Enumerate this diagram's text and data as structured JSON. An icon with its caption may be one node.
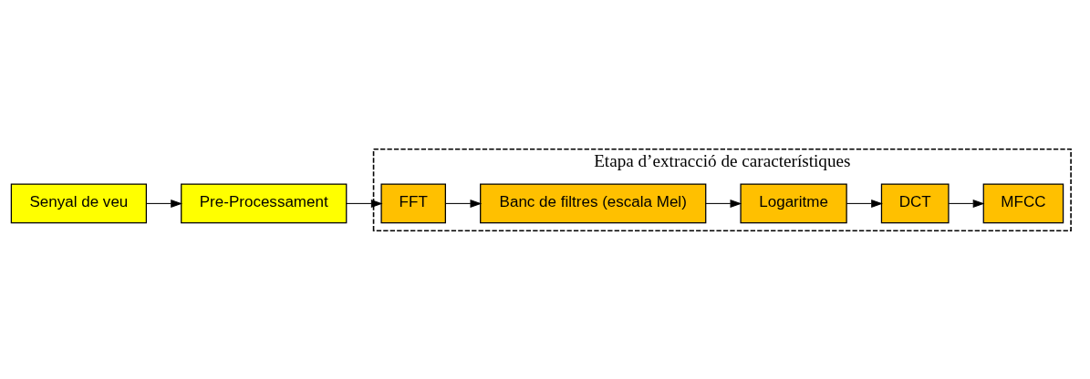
{
  "diagram": {
    "nodes": [
      {
        "text": [
          "Senyal de veu"
        ]
      },
      {
        "text": [
          "Pre-Processament"
        ]
      },
      {
        "text": [
          "Etapa d’extracció de característiques"
        ]
      },
      {
        "text": [
          "FFT"
        ],
        "in": 2
      },
      {
        "text": [
          "Banc de filtres (escala Mel)"
        ],
        "in": 2
      },
      {
        "text": [
          "MFCC"
        ],
        "in": 2
      },
      {
        "text": [
          "DCT"
        ],
        "in": 2
      },
      {
        "text": [
          "Logaritme"
        ],
        "in": 2
      }
    ],
    "edges": [
      {
        "from": 0,
        "to": 1,
        "arrow": "to"
      },
      {
        "from": 1,
        "to": 3,
        "arrow": "to"
      },
      {
        "from": 3,
        "to": 4,
        "arrow": "to"
      },
      {
        "from": 4,
        "to": 7,
        "arrow": "to"
      },
      {
        "from": 7,
        "to": 6,
        "arrow": "to"
      },
      {
        "from": 6,
        "to": 5,
        "arrow": "to"
      }
    ]
  }
}
